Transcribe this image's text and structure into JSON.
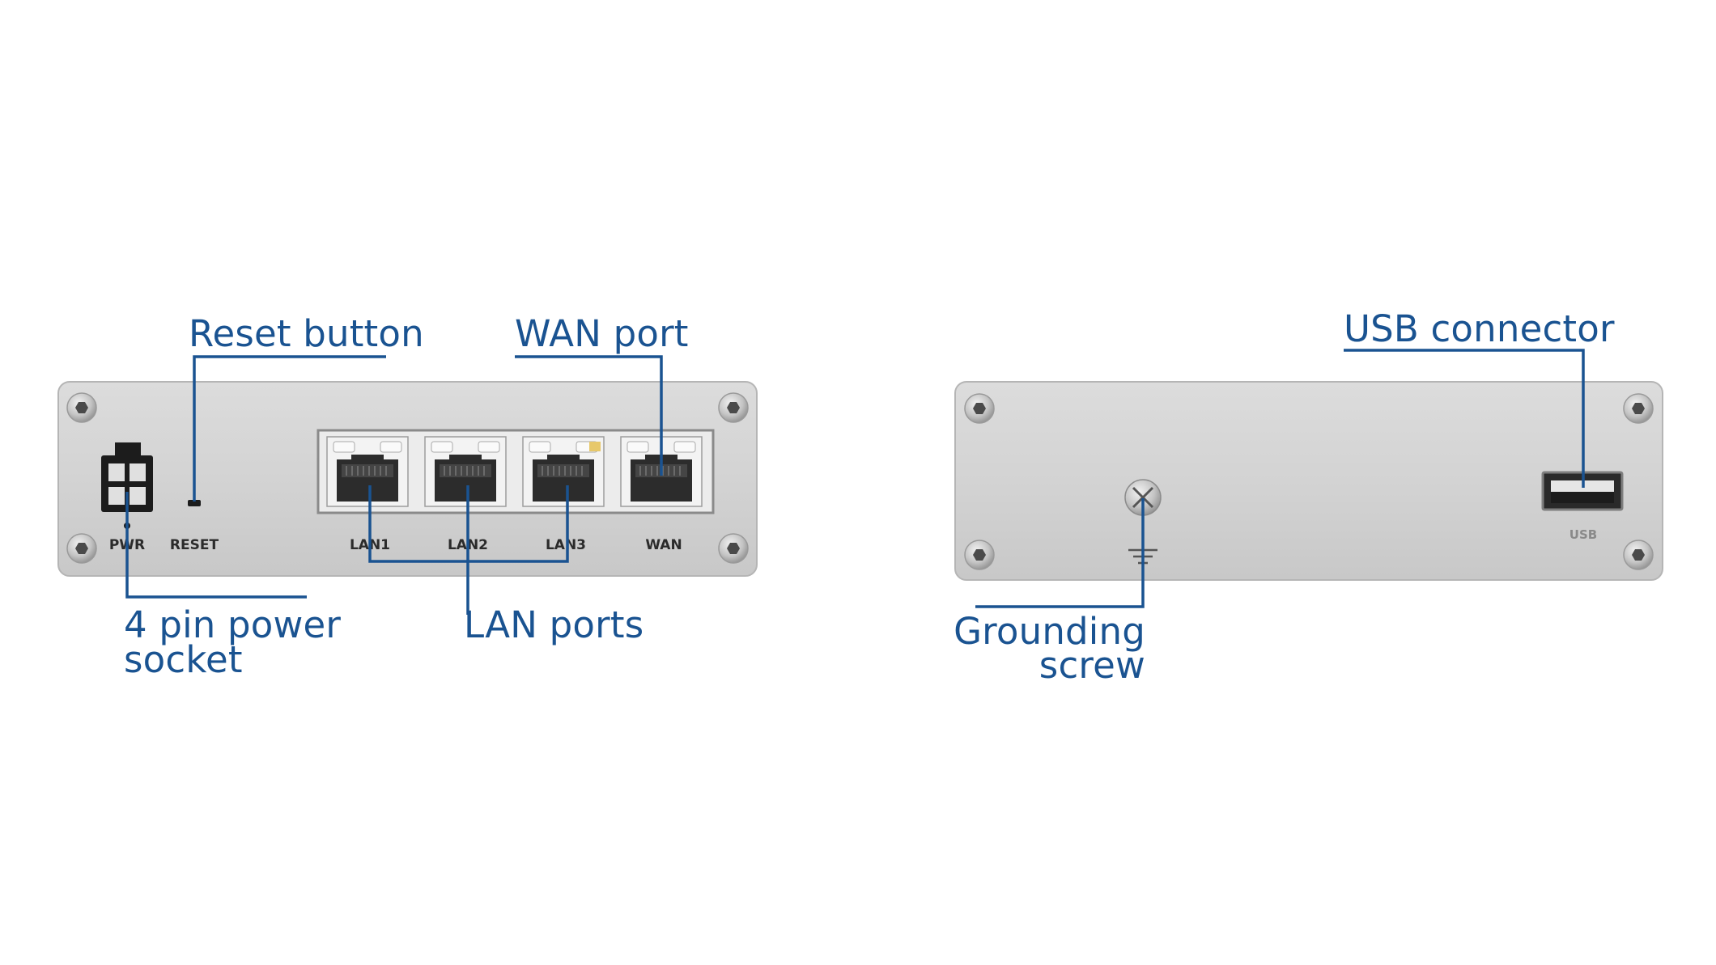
{
  "callouts": {
    "reset_button": "Reset button",
    "wan_port": "WAN port",
    "power_socket_line1": "4 pin power",
    "power_socket_line2": "socket",
    "lan_ports": "LAN ports",
    "usb_connector": "USB  connector",
    "grounding_line1": "Grounding",
    "grounding_line2": "screw"
  },
  "front_panel_labels": {
    "pwr": "PWR",
    "reset": "RESET",
    "lan1": "LAN1",
    "lan2": "LAN2",
    "lan3": "LAN3",
    "wan": "WAN"
  },
  "back_panel_labels": {
    "usb": "USB"
  },
  "colors": {
    "callout_text": "#1a5391",
    "leader_line": "#1a5391",
    "panel": "#d6d6d6",
    "screw": "#b9b9b9"
  }
}
